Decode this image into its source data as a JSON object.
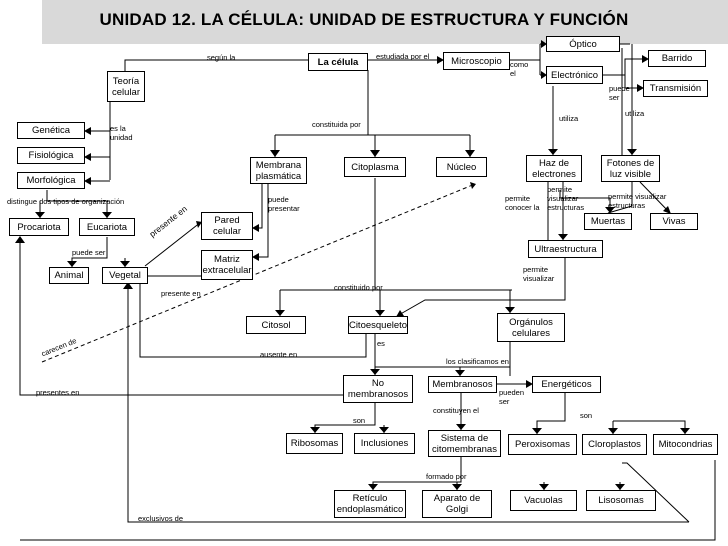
{
  "title": "UNIDAD 12. LA CÉLULA: UNIDAD DE ESTRUCTURA Y FUNCIÓN",
  "nodes": {
    "la_celula": "La célula",
    "microscopio": "Microscopio",
    "optico": "Óptico",
    "electronico": "Electrónico",
    "barrido": "Barrido",
    "transmision": "Transmisión",
    "teoria_celular": "Teoría\ncelular",
    "genetica": "Genética",
    "fisiologica": "Fisiológica",
    "morfologica": "Morfológica",
    "procariota": "Procariota",
    "eucariota": "Eucariota",
    "animal": "Animal",
    "vegetal": "Vegetal",
    "membrana_plasmatica": "Membrana\nplasmática",
    "citoplasma": "Citoplasma",
    "nucleo": "Núcleo",
    "pared_celular": "Pared\ncelular",
    "matriz_extracelular": "Matriz\nextracelular",
    "haz_electrones": "Haz de\nelectrones",
    "fotones_luz": "Fotones de\nluz visible",
    "muertas": "Muertas",
    "vivas": "Vivas",
    "ultraestructura": "Ultraestructura",
    "citosol": "Citosol",
    "citoesqueleto": "Citoesqueleto",
    "organulos_celulares": "Orgánulos\ncelulares",
    "no_membranosos": "No\nmembranosos",
    "membranosos": "Membranosos",
    "energeticos": "Energéticos",
    "ribosomas": "Ribosomas",
    "inclusiones": "Inclusiones",
    "sistema_citomembranas": "Sistema de\ncitomembranas",
    "peroxisomas": "Peroxisomas",
    "cloroplastos": "Cloroplastos",
    "mitocondrias": "Mitocondrias",
    "reticulo_endoplasmatico": "Retículo\nendoplasmático",
    "aparato_golgi": "Aparato de\nGolgi",
    "vacuolas": "Vacuolas",
    "lisosomas": "Lisosomas"
  },
  "labels": {
    "segun_la": "según la",
    "estudiada_por_el": "estudiada por el",
    "como_el": "como\nel",
    "puede_ser_microscopio": "puede\nser",
    "utiliza_optico": "utiliza",
    "utiliza_electronico": "utiliza",
    "constituida_por": "constituida   por",
    "es_la_unidad": "es la\nunidad",
    "distingue": "distingue   dos tipos de organización",
    "puede_ser_eucariota": "puede   ser",
    "puede_presentar": "puede\npresentar",
    "presente_en_pared": "presente en",
    "presente_en_matriz": "presente en",
    "constituido_por": "constituido    por",
    "permite_conocer_la": "permite\nconocer la",
    "permite_visualizar_estructuras": "permite\nvisualizar\nestructuras",
    "permite_visualizar_estructuras_2": "permite   visualizar\nestructuras",
    "permite_visualizar": "permite\nvisualizar",
    "es": "es",
    "ausente_en": "ausente en",
    "los_clasificamos_en": "los clasificamos en",
    "pueden_ser": "pueden\nser",
    "constituyen_el": "constituyen el",
    "son_energeticos": "son",
    "son_no_membranosos": "son",
    "formado_por": "formado   por",
    "presentes_en": "presentes en",
    "exclusivos_de": "exclusivos de",
    "carecen_de": "carecen de"
  }
}
